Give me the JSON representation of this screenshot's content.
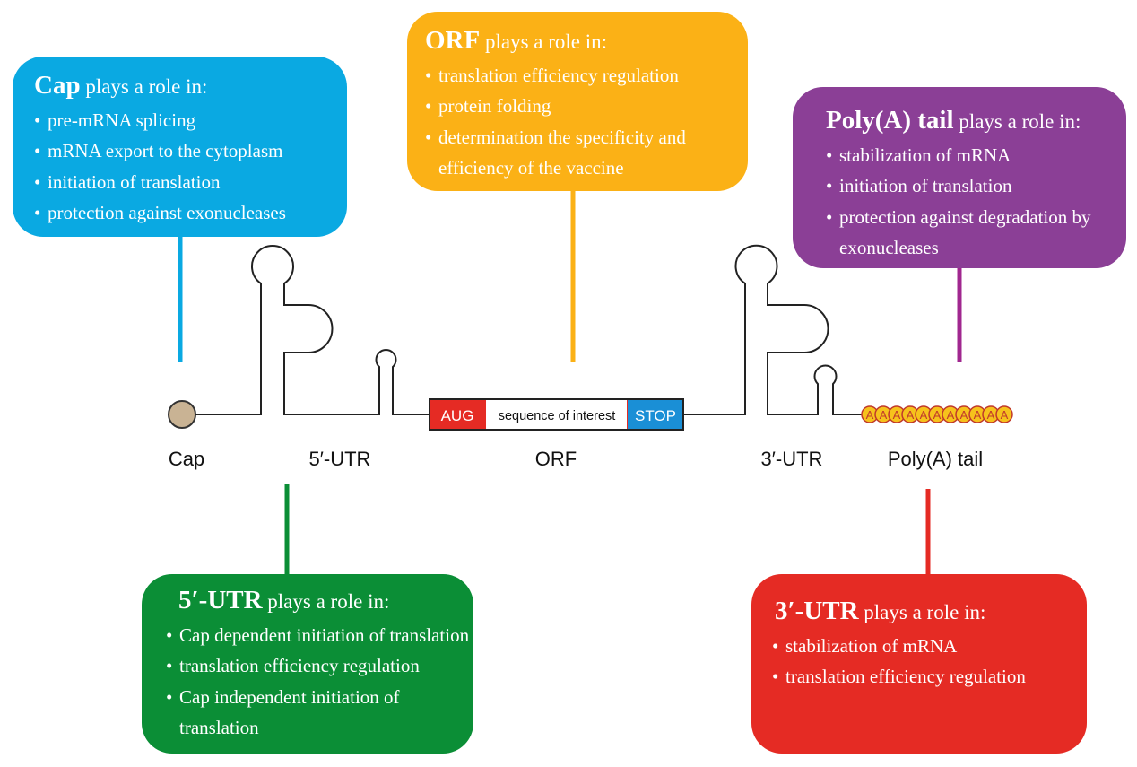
{
  "boxes": {
    "cap": {
      "title": "Cap",
      "suffix": " plays a role in:",
      "items": [
        "pre-mRNA splicing",
        "mRNA export to the cytoplasm",
        "initiation of translation",
        "protection against exonucleases"
      ],
      "color": "#0aa9e2"
    },
    "orf": {
      "title": "ORF",
      "suffix": " plays a role in:",
      "items": [
        "translation efficiency regulation",
        "protein folding",
        "determination the specificity and efficiency of the vaccine"
      ],
      "color": "#fbb116"
    },
    "poly": {
      "title": "Poly(A) tail",
      "suffix": " plays a role in:",
      "items": [
        "stabilization of mRNA",
        "initiation of translation",
        "protection against degradation by exonucleases"
      ],
      "color": "#8b3f96"
    },
    "utr5": {
      "title": "5′-UTR",
      "suffix": " plays a role in:",
      "items": [
        "Cap dependent initiation of translation",
        "translation efficiency regulation",
        "Cap independent initiation of translation"
      ],
      "color": "#0b8e36"
    },
    "utr3": {
      "title": "3′-UTR",
      "suffix": " plays a role in:",
      "items": [
        "stabilization of mRNA",
        "translation efficiency regulation"
      ],
      "color": "#e52b24"
    }
  },
  "labels": {
    "cap": "Cap",
    "utr5": "5′-UTR",
    "orf": "ORF",
    "utr3": "3′-UTR",
    "poly": "Poly(A) tail"
  },
  "orf_segments": {
    "start": "AUG",
    "middle": "sequence of interest",
    "stop": "STOP"
  },
  "poly_a": {
    "base": "A",
    "count": 11
  },
  "colors": {
    "cap_circle": "#c9b394",
    "aug": "#e52b24",
    "stop": "#1a8fd6",
    "poly_bead": "#f6c21c",
    "connector_cap": "#0aa9e2",
    "connector_orf": "#fbb116",
    "connector_poly": "#a0278f",
    "connector_5utr": "#0b8e36",
    "connector_3utr": "#e52b24"
  }
}
